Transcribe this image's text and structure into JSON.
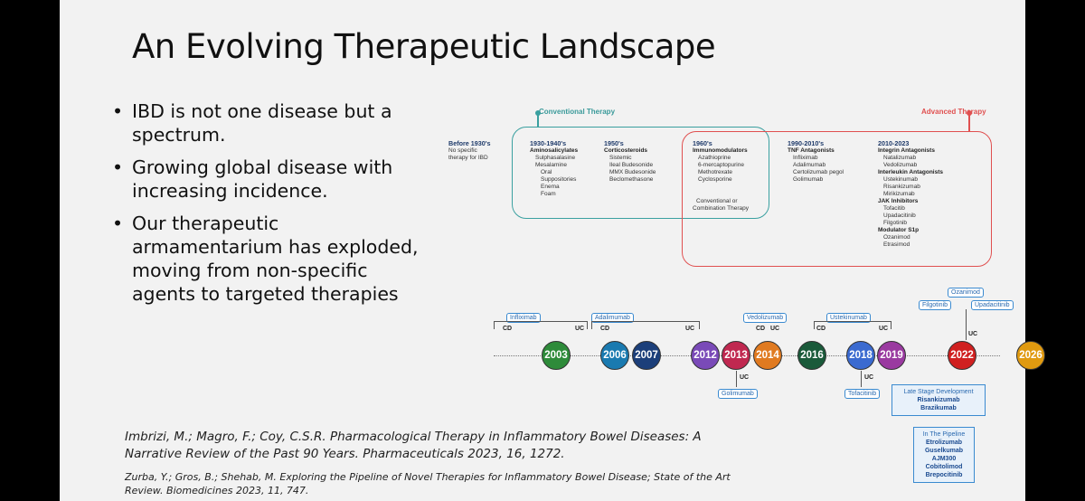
{
  "slide": {
    "title": "An Evolving Therapeutic Landscape",
    "bullets": [
      "IBD is not one disease but a spectrum.",
      "Growing global disease with increasing incidence.",
      "Our therapeutic armamentarium has exploded, moving from non-specific agents to targeted therapies"
    ],
    "ref1": "Imbrizi, M.; Magro, F.; Coy, C.S.R. Pharmacological Therapy in Inflammatory Bowel Diseases: A Narrative Review of the Past 90 Years. Pharmaceuticals 2023, 16, 1272.",
    "ref2": "Zurba, Y.; Gros, B.; Shehab, M. Exploring the Pipeline of Novel Therapies for Inflammatory Bowel Disease; State of the Art Review. Biomedicines 2023, 11, 747."
  },
  "diagram": {
    "conventional_label": "Conventional Therapy",
    "advanced_label": "Advanced Therapy",
    "before": {
      "head": "Before 1930's",
      "lines": [
        "No specific",
        "therapy for IBD"
      ]
    },
    "e1930": {
      "head": "1930-1940's",
      "sub": "Aminosalicylates",
      "items": [
        "Sulphasalasine",
        "Mesalamine",
        "Oral",
        "Suppositories",
        "Enema",
        "Foam"
      ]
    },
    "e1950": {
      "head": "1950's",
      "sub": "Corticosteroids",
      "items": [
        "Sistemic",
        "Ileal Budesonide",
        "MMX Budesonide",
        "Beclomethasone"
      ]
    },
    "e1960": {
      "head": "1960's",
      "sub": "Immunomodulators",
      "items": [
        "Azathioprine",
        "6-mercaptopurine",
        "Methotrexate",
        "Cyclosporine"
      ],
      "note1": "Conventional or",
      "note2": "Combination Therapy"
    },
    "e1990": {
      "head": "1990-2010's",
      "sub": "TNF Antagonists",
      "items": [
        "Infliximab",
        "Adalimumab",
        "Certolizumab pegol",
        "Golimumab"
      ]
    },
    "e2010": {
      "head": "2010-2023",
      "groups": [
        {
          "sub": "Integrin Antagonists",
          "items": [
            "Natalizumab",
            "Vedolizumab"
          ]
        },
        {
          "sub": "Interleukin Antagonists",
          "items": [
            "Ustekinumab",
            "Risankizumab",
            "Mirikizumab"
          ]
        },
        {
          "sub": "JAK Inhibitors",
          "items": [
            "Tofacitib",
            "Upadacitinib",
            "Filgotinib"
          ]
        },
        {
          "sub": "Modulator S1p",
          "items": [
            "Ozanimod",
            "Etrasimod"
          ]
        }
      ]
    }
  },
  "timeline": {
    "years": [
      "2003",
      "2006",
      "2007",
      "2012",
      "2013",
      "2014",
      "2016",
      "2018",
      "2019",
      "2022",
      "2026"
    ],
    "year_colors": [
      "#2e8b3a",
      "#1a7ab0",
      "#1c3f7a",
      "#7a4ab8",
      "#c02850",
      "#e07a20",
      "#1a5a3a",
      "#3a6ad0",
      "#9a3aa0",
      "#d02020",
      "#e09a10"
    ],
    "drugs_above": [
      "Infliximab",
      "Adalimumab",
      "Vedolizumab",
      "Ustekinumab",
      "Ozanimod",
      "Filgotinib",
      "Upadacitinib"
    ],
    "drugs_below": [
      "Golimumab",
      "Tofacitinib"
    ],
    "tags": {
      "cd": "CD",
      "uc": "UC"
    },
    "late_stage": {
      "head": "Late Stage Development",
      "items": [
        "Risankizumab",
        "Brazikumab"
      ]
    },
    "pipeline": {
      "head": "In The Pipeline",
      "items": [
        "Etrolizumab",
        "Guselkumab",
        "AJM300",
        "Cobitolimod",
        "Brepocitinib"
      ]
    }
  }
}
